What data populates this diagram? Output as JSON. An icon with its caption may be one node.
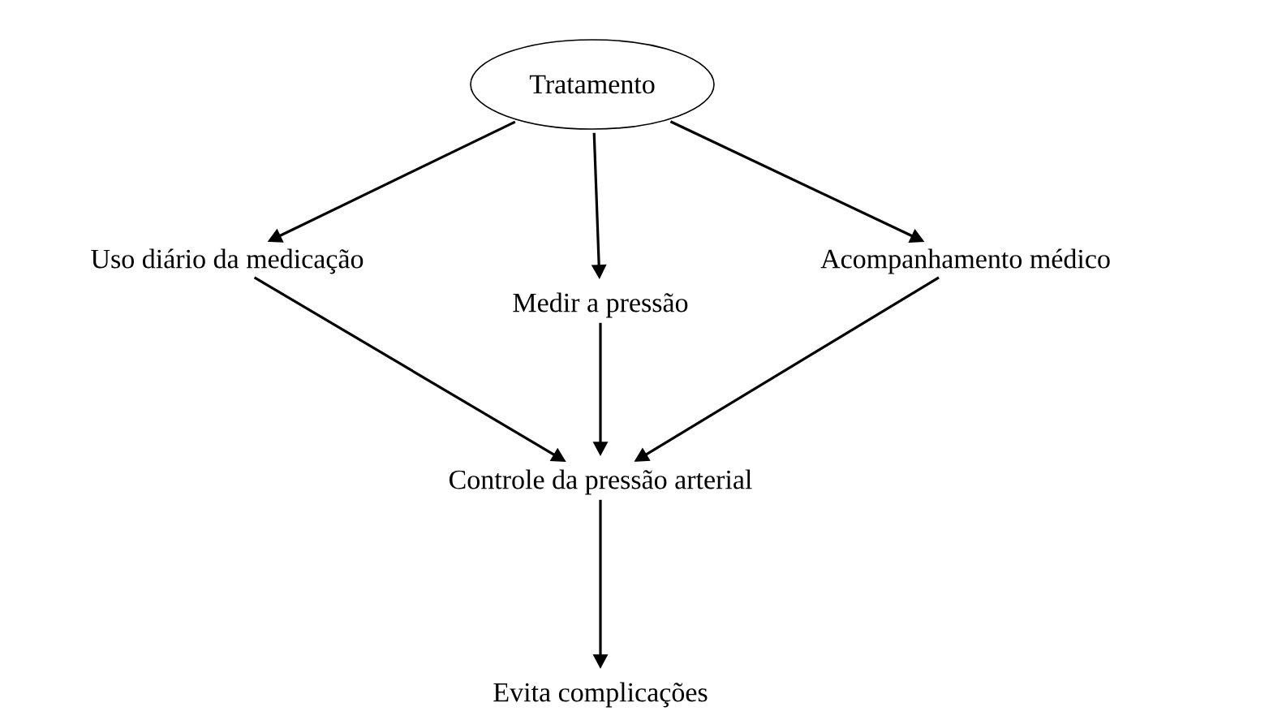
{
  "diagram": {
    "nodes": [
      {
        "text": [
          "Tratamento"
        ]
      },
      {
        "text": [
          "Uso diário da medicação"
        ]
      },
      {
        "text": [
          "Medir a pressão"
        ]
      },
      {
        "text": [
          "Acompanhamento médico"
        ]
      },
      {
        "text": [
          "Controle da pressão arterial"
        ]
      },
      {
        "text": [
          "Evita complicações"
        ]
      }
    ],
    "edges": [
      {
        "from": 0,
        "to": 1,
        "arrow": "to"
      },
      {
        "from": 0,
        "to": 2,
        "arrow": "to"
      },
      {
        "from": 0,
        "to": 3,
        "arrow": "to"
      },
      {
        "from": 1,
        "to": 4,
        "arrow": "to"
      },
      {
        "from": 2,
        "to": 4,
        "arrow": "to"
      },
      {
        "from": 3,
        "to": 4,
        "arrow": "to"
      },
      {
        "from": 4,
        "to": 5,
        "arrow": "to"
      }
    ]
  }
}
